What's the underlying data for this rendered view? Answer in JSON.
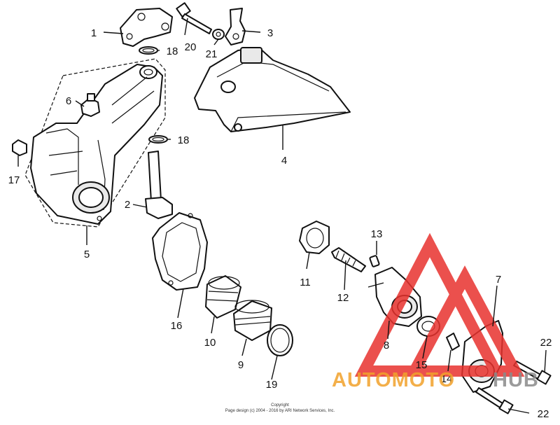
{
  "diagram": {
    "callouts": [
      "1",
      "2",
      "3",
      "4",
      "5",
      "6",
      "7",
      "8",
      "9",
      "10",
      "11",
      "12",
      "13",
      "14",
      "15",
      "16",
      "17",
      "18",
      "18",
      "19",
      "20",
      "21",
      "22",
      "22"
    ]
  },
  "footer": {
    "copyright_title": "Copyright",
    "copyright_line": "Page design (c) 2004 - 2016 by ARI Network Services, Inc."
  },
  "watermark": {
    "brand_part1": "AUTOMOTO",
    "brand_part2": "HUB",
    "color_red": "#e8322e",
    "color_orange": "#f2a22b",
    "color_grey": "#8a8a8a"
  }
}
